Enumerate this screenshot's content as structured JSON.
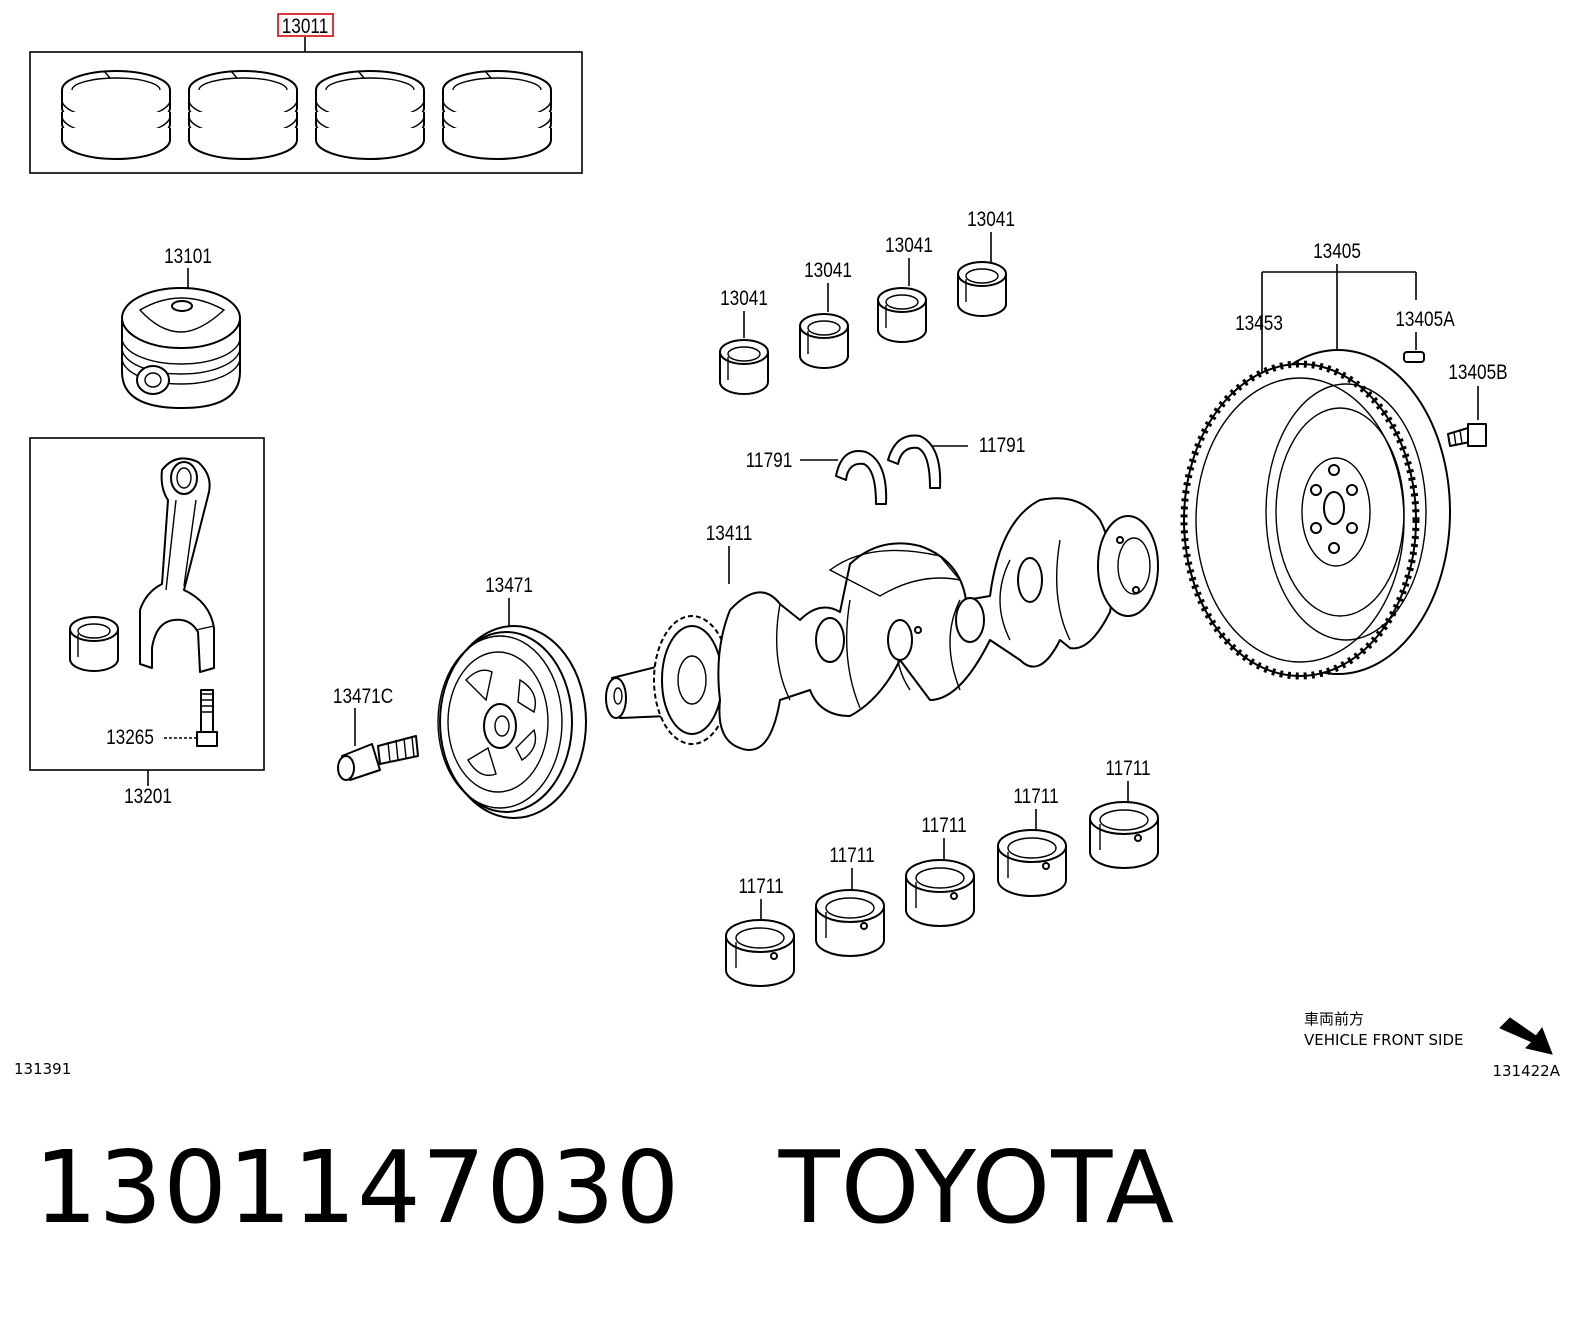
{
  "callouts": {
    "piston_ring_set": "13011",
    "piston": "13101",
    "connecting_rod": "13201",
    "rod_bolt": "13265",
    "crankshaft_bearing_upper": [
      "13041",
      "13041",
      "13041",
      "13041"
    ],
    "thrust_washer_left": "11791",
    "thrust_washer_right": "11791",
    "crankshaft": "13411",
    "pulley": "13471",
    "pulley_bolt": "13471C",
    "flywheel": "13405",
    "ring_gear": "13453",
    "flywheel_pin": "13405A",
    "flywheel_bolt": "13405B",
    "crankshaft_bearing_lower": [
      "11711",
      "11711",
      "11711",
      "11711",
      "11711"
    ]
  },
  "figure_codes": {
    "left": "131391",
    "right": "131422A"
  },
  "direction": {
    "japanese": "車両前方",
    "english": "VEHICLE FRONT SIDE"
  },
  "footer": {
    "part_number": "1301147030",
    "brand": "TOYOTA"
  },
  "highlight_color": "#d81f26"
}
